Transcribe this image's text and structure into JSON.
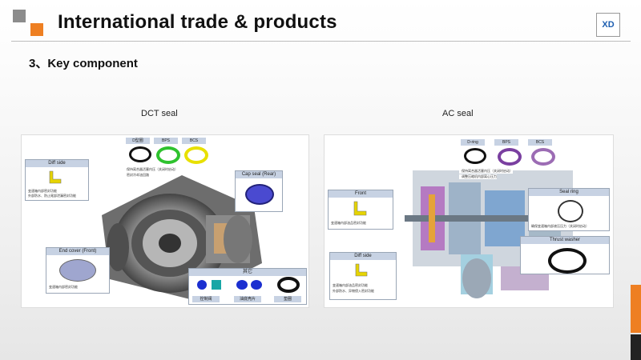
{
  "header": {
    "title": "International trade & products",
    "logo_text": "XD"
  },
  "subtitle": "3、Key component",
  "left_panel": {
    "caption": "DCT seal",
    "chips": [
      "D型圈",
      "BPS",
      "BCS"
    ],
    "chip_notes": [
      "保持离合器活塞内压（关闭时启动）",
      "密封冷却油回路"
    ],
    "diff_side": {
      "title": "Diff side",
      "notes": [
        "变速箱内部密封功能",
        "外部防水、防止尾部泄漏密封功能"
      ]
    },
    "cap_seal": {
      "title": "Cap seal (Rear)"
    },
    "end_cover": {
      "title": "End cover (Front)",
      "notes": [
        "变速箱内部密封功能"
      ]
    },
    "other": {
      "title": "其它",
      "items": [
        "控制阀",
        "油底壳片",
        "垫圈"
      ]
    }
  },
  "right_panel": {
    "caption": "AC seal",
    "chips": [
      "D-ring",
      "BPS",
      "BCS"
    ],
    "chip_notes": [
      "保持离合器活塞内压（关闭时启动）",
      "调整压缩机内部离心压力"
    ],
    "front": {
      "title": "Front",
      "notes": [
        "变速箱内部油品密封功能"
      ]
    },
    "seal_ring": {
      "title": "Seal ring",
      "notes": [
        "确保变速箱内部液压压力（关闭时启动）"
      ]
    },
    "thrust_washer": {
      "title": "Thrust washer"
    },
    "diff_side": {
      "title": "Diff side",
      "notes": [
        "变速箱内部油品密封功能",
        "外部防水、异物侵入密封功能"
      ]
    }
  },
  "colors": {
    "accent": "#ee7f22",
    "gray": "#8c8c8c",
    "box_header": "#c7d2e3"
  }
}
